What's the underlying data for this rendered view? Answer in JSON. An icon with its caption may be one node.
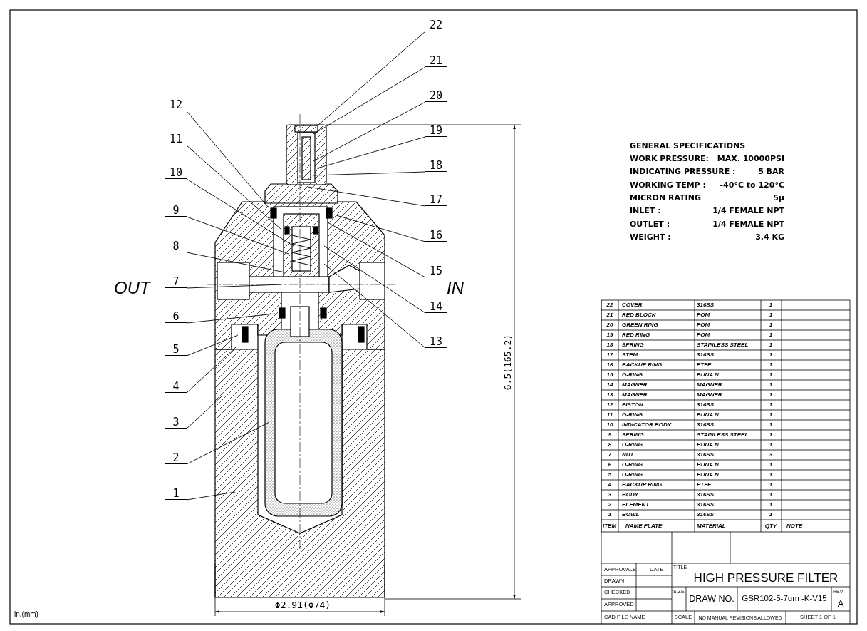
{
  "diagram": {
    "nodes": [
      {
        "text": [
          "1"
        ]
      },
      {
        "text": [
          "2"
        ]
      },
      {
        "text": [
          "3"
        ]
      },
      {
        "text": [
          "4"
        ]
      },
      {
        "text": [
          "5"
        ]
      },
      {
        "text": [
          "6"
        ]
      },
      {
        "text": [
          "7"
        ]
      },
      {
        "text": [
          "8"
        ]
      },
      {
        "text": [
          "9"
        ]
      },
      {
        "text": [
          "10"
        ]
      },
      {
        "text": [
          "11"
        ]
      },
      {
        "text": [
          "12"
        ]
      },
      {
        "text": [
          "13"
        ]
      },
      {
        "text": [
          "14"
        ]
      },
      {
        "text": [
          "15"
        ]
      },
      {
        "text": [
          "16"
        ]
      },
      {
        "text": [
          "17"
        ]
      },
      {
        "text": [
          "18"
        ]
      },
      {
        "text": [
          "19"
        ]
      },
      {
        "text": [
          "20"
        ]
      },
      {
        "text": [
          "21"
        ]
      },
      {
        "text": [
          "22"
        ]
      }
    ],
    "edges": [
      {
        "from": 0,
        "to": null,
        "arrow": "none"
      },
      {
        "from": 1,
        "to": null,
        "arrow": "none"
      },
      {
        "from": 2,
        "to": null,
        "arrow": "none"
      },
      {
        "from": 3,
        "to": null,
        "arrow": "none"
      },
      {
        "from": 4,
        "to": null,
        "arrow": "none"
      },
      {
        "from": 5,
        "to": null,
        "arrow": "none"
      },
      {
        "from": 6,
        "to": null,
        "arrow": "none"
      },
      {
        "from": 7,
        "to": null,
        "arrow": "none"
      },
      {
        "from": 8,
        "to": null,
        "arrow": "none"
      },
      {
        "from": 9,
        "to": null,
        "arrow": "none"
      },
      {
        "from": 10,
        "to": null,
        "arrow": "none"
      },
      {
        "from": 11,
        "to": null,
        "arrow": "none"
      },
      {
        "from": 12,
        "to": null,
        "arrow": "none"
      },
      {
        "from": 13,
        "to": null,
        "arrow": "none"
      },
      {
        "from": 14,
        "to": null,
        "arrow": "none"
      },
      {
        "from": 15,
        "to": null,
        "arrow": "none"
      },
      {
        "from": 16,
        "to": null,
        "arrow": "none"
      },
      {
        "from": 17,
        "to": null,
        "arrow": "none"
      },
      {
        "from": 18,
        "to": null,
        "arrow": "none"
      },
      {
        "from": 19,
        "to": null,
        "arrow": "none"
      },
      {
        "from": 20,
        "to": null,
        "arrow": "none"
      },
      {
        "from": 21,
        "to": null,
        "arrow": "none"
      }
    ],
    "labels": [
      "OUT",
      "IN",
      "GENERAL SPECIFICATIONS",
      "WORK PRESSURE:",
      "MAX. 10000PSI",
      "INDICATING PRESSURE :",
      "5 BAR",
      "WORKING TEMP :",
      "-40°C to 120°C",
      "MICRON RATING",
      "5µ",
      "INLET :",
      "1/4 FEMALE NPT",
      "OUTLET :",
      "1/4 FEMALE NPT",
      "WEIGHT :",
      "3.4 KG",
      "6.5(165.2)",
      "22",
      "COVER",
      "316SS",
      "1",
      "21",
      "RED BLOCK",
      "POM",
      "1",
      "20",
      "GREEN RING",
      "POM",
      "1",
      "19",
      "RED RING",
      "POM",
      "1",
      "18",
      "SPRING",
      "STAINLESS STEEL",
      "1",
      "17",
      "STEM",
      "316SS",
      "1",
      "16",
      "BACKUP RING",
      "PTFE",
      "1",
      "15",
      "O-RING",
      "BUNA N",
      "1",
      "14",
      "MAGNER",
      "MAGNER",
      "1",
      "13",
      "MAGNER",
      "MAGNER",
      "1",
      "12",
      "PISTON",
      "316SS",
      "1",
      "11",
      "O-RING",
      "BUNA N",
      "1",
      "10",
      "INDICATOR BODY",
      "316SS",
      "1",
      "9",
      "SPRING",
      "STAINLESS STEEL",
      "1",
      "8",
      "O-RING",
      "BUNA N",
      "1",
      "7",
      "NUT",
      "316SS",
      "3",
      "6",
      "O-RING",
      "BUNA N",
      "1",
      "5",
      "O-RING",
      "BUNA N",
      "1",
      "4",
      "BACKUP RING",
      "PTFE",
      "1",
      "3",
      "BODY",
      "316SS",
      "1",
      "2",
      "ELEMENT",
      "316SS",
      "1",
      "1",
      "BOWL",
      "316SS",
      "1",
      "ITEM",
      "NAME PLATE",
      "MATERIAL",
      "QTY",
      "NOTE",
      "APPROVALS",
      "DATE",
      "TITLE",
      "HIGH PRESSURE FILTER",
      "DRAWN",
      "CHECKED",
      "SIZE",
      "DRAW NO.",
      "GSR102-5-7um -K-V15",
      "REV",
      "A",
      "APPROVED",
      "CAD FILE NAME",
      "SCALE",
      "NO MANUAL REVISIONS ALLOWED",
      "SHEET 1 OF 1",
      "Φ2.91(Φ74)",
      "in.(mm)"
    ]
  }
}
